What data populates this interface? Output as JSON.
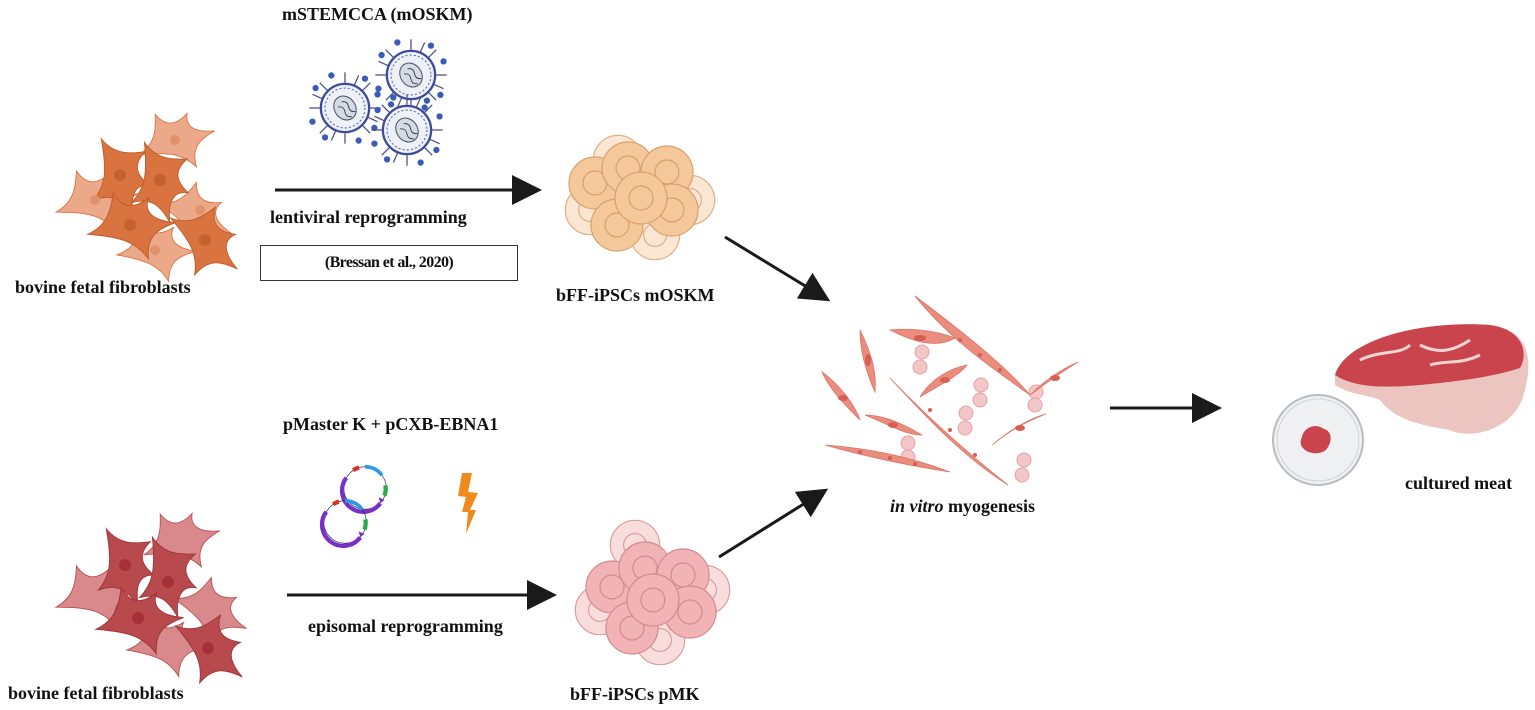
{
  "figure": {
    "top_pathway": {
      "source_label": "bovine fetal fibroblasts",
      "vector_label": "mSTEMCCA (mOSKM)",
      "method_label": "lentiviral reprogramming",
      "reference": "(Bressan et al., 2020)",
      "product_label": "bFF-iPSCs mOSKM"
    },
    "bottom_pathway": {
      "source_label": "bovine fetal fibroblasts",
      "vector_label": "pMaster K  + pCXB-EBNA1",
      "method_label": "episomal reprogramming",
      "product_label": "bFF-iPSCs pMK"
    },
    "convergence": {
      "label_italic": "in vitro",
      "label_rest": " myogenesis"
    },
    "final": {
      "label": "cultured meat"
    },
    "colors": {
      "top_fibroblast_dark": "#d9733f",
      "top_fibroblast_light": "#eba98a",
      "bottom_fibroblast_dark": "#b84a4e",
      "bottom_fibroblast_light": "#d9898b",
      "ipsc_top": "#f4c89a",
      "ipsc_bottom": "#f1b3b5",
      "myotube": "#ea8c7e",
      "virus": "#3a5cb8",
      "plasmid_main": "#7a2fc8",
      "plasmid_blue": "#2d9ae6",
      "plasmid_green": "#2aa84a",
      "plasmid_red": "#d8322a",
      "lightning": "#f08a1c",
      "meat": "#c9444d",
      "arrow": "#1a1a1a"
    }
  }
}
